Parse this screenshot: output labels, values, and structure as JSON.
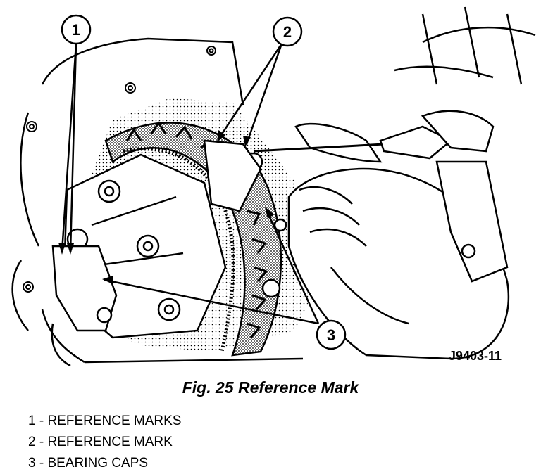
{
  "figure": {
    "code": "J9403-11",
    "callouts": [
      "1",
      "2",
      "3"
    ]
  },
  "caption": "Fig. 25 Reference Mark",
  "legend": [
    "1 - REFERENCE MARKS",
    "2 - REFERENCE MARK",
    "3 - BEARING CAPS"
  ]
}
